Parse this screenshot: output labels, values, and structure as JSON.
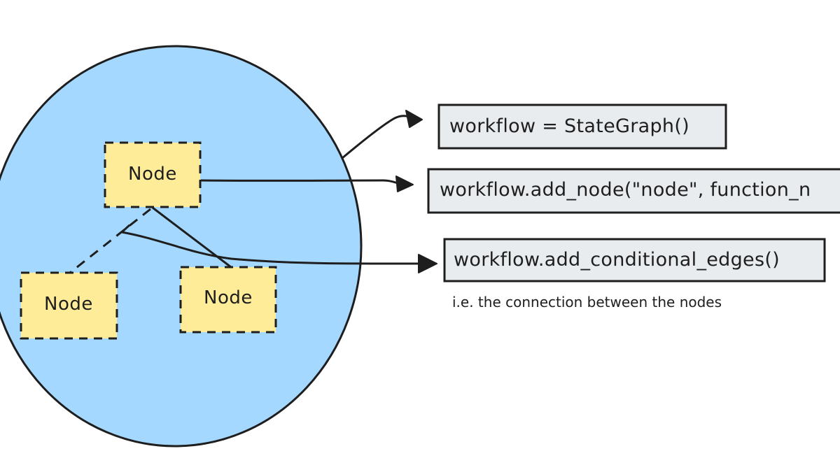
{
  "colors": {
    "circle_fill": "#a5d8ff",
    "node_fill": "#ffec99",
    "code_box_fill": "#e9ecef",
    "stroke": "#1e1e1e",
    "background": "#ffffff"
  },
  "nodes": [
    {
      "label": "Node"
    },
    {
      "label": "Node"
    },
    {
      "label": "Node"
    }
  ],
  "code_boxes": [
    {
      "text": "workflow = StateGraph()"
    },
    {
      "text": "workflow.add_node(\"node\", function_n"
    },
    {
      "text": "workflow.add_conditional_edges()"
    }
  ],
  "note": {
    "text": "i.e. the connection between the nodes"
  }
}
